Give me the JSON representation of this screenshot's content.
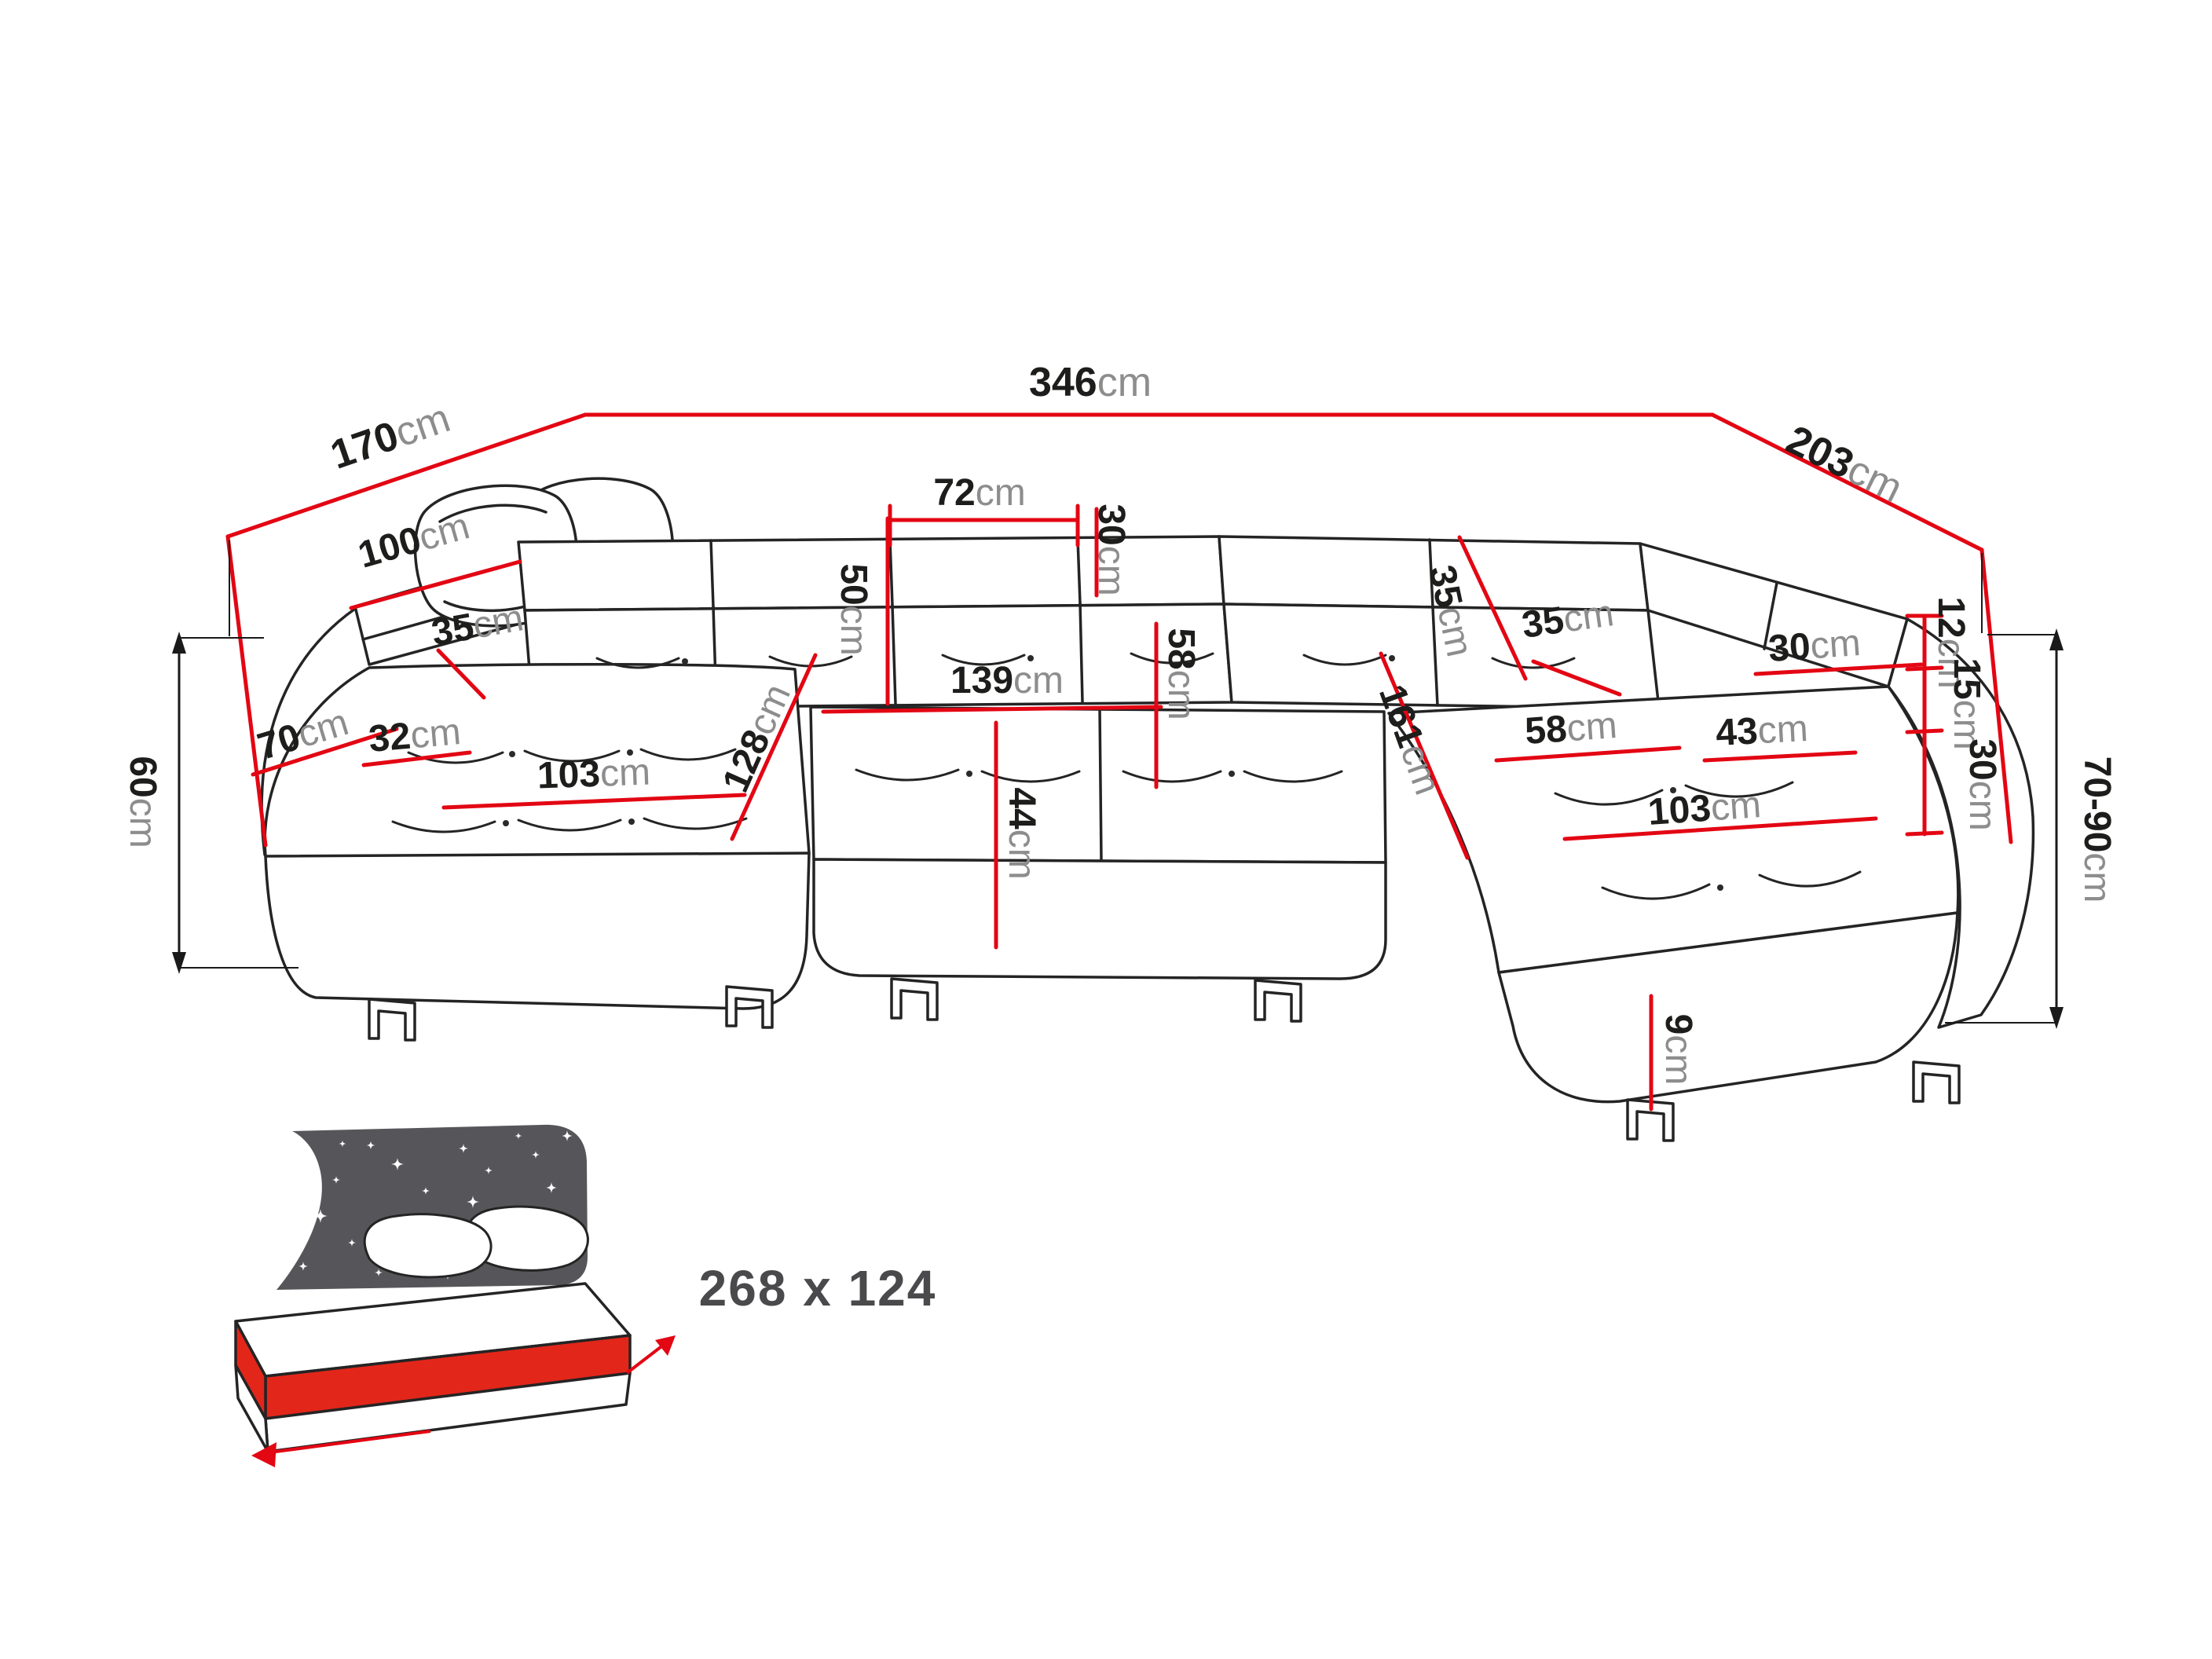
{
  "diagram": {
    "measurements": {
      "total_width": {
        "value": "346",
        "unit": "cm"
      },
      "depth_left": {
        "value": "170",
        "unit": "cm"
      },
      "depth_right": {
        "value": "203",
        "unit": "cm"
      },
      "back_left_width": {
        "value": "100",
        "unit": "cm"
      },
      "back_left_height": {
        "value": "35",
        "unit": "cm"
      },
      "arm_left_depth": {
        "value": "70",
        "unit": "cm"
      },
      "arm_left_width": {
        "value": "32",
        "unit": "cm"
      },
      "seat_left_width": {
        "value": "103",
        "unit": "cm"
      },
      "chaise_left_depth": {
        "value": "128",
        "unit": "cm"
      },
      "back_height": {
        "value": "50",
        "unit": "cm"
      },
      "headrest_width": {
        "value": "72",
        "unit": "cm"
      },
      "headrest_height": {
        "value": "30",
        "unit": "cm"
      },
      "seat_center_width": {
        "value": "139",
        "unit": "cm"
      },
      "seat_center_depth": {
        "value": "58",
        "unit": "cm"
      },
      "seat_height": {
        "value": "44",
        "unit": "cm"
      },
      "back_right_height": {
        "value": "35",
        "unit": "cm"
      },
      "back_right_height2": {
        "value": "35",
        "unit": "cm"
      },
      "chaise_right_depth": {
        "value": "161",
        "unit": "cm"
      },
      "seat_right_depth": {
        "value": "58",
        "unit": "cm"
      },
      "arm_right_width": {
        "value": "43",
        "unit": "cm"
      },
      "seat_right_width": {
        "value": "103",
        "unit": "cm"
      },
      "back_right_width": {
        "value": "30",
        "unit": "cm"
      },
      "arm_profile_12": {
        "value": "12",
        "unit": "cm"
      },
      "arm_profile_15": {
        "value": "15",
        "unit": "cm"
      },
      "arm_profile_30": {
        "value": "30",
        "unit": "cm"
      },
      "height_left": {
        "value": "60",
        "unit": "cm"
      },
      "height_range": {
        "value": "70-90",
        "unit": "cm"
      },
      "leg_height": {
        "value": "9",
        "unit": "cm"
      }
    },
    "sleeping_area": {
      "label": "268 x 124"
    },
    "icons": {
      "sleeping_function_icon": "bed-with-starry-headboard"
    },
    "colors": {
      "dimension_line": "#e30613",
      "outline": "#242424",
      "value_text": "#1d1d1b",
      "unit_text": "#8d8d8d",
      "headboard_gray": "#56565a",
      "mattress_accent": "#e3261a"
    }
  }
}
